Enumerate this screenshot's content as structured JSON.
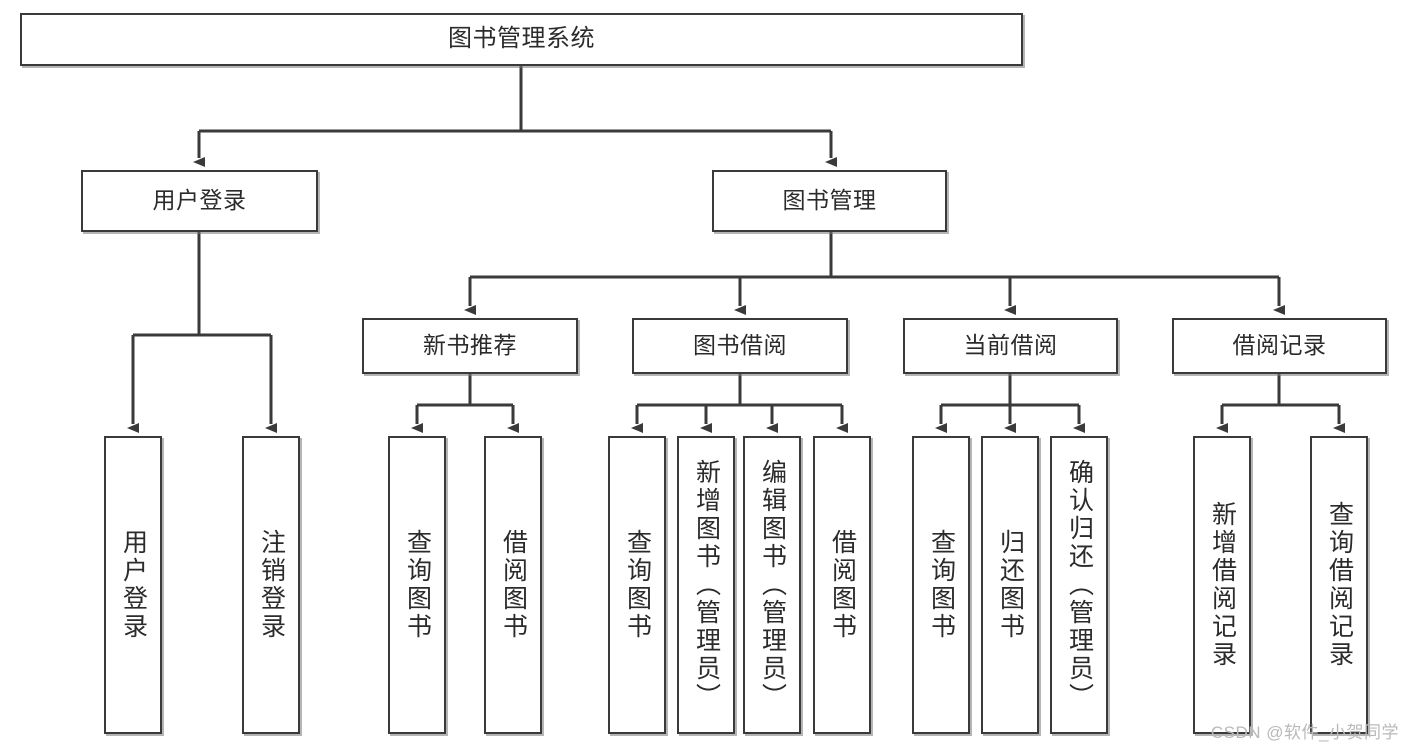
{
  "diagram": {
    "title": "图书管理系统",
    "type": "tree-structure-diagram",
    "colors": {
      "box_border": "#3a3a3a",
      "box_fill": "#ffffff",
      "edge": "#3a3a3a",
      "text": "#2b2b2b",
      "watermark": "#b9b9b9"
    },
    "root": {
      "label": "图书管理系统"
    },
    "level2": [
      {
        "label": "用户登录"
      },
      {
        "label": "图书管理"
      }
    ],
    "level3": [
      {
        "label": "新书推荐"
      },
      {
        "label": "图书借阅"
      },
      {
        "label": "当前借阅"
      },
      {
        "label": "借阅记录"
      }
    ],
    "leaves": {
      "user_login": [
        {
          "label": "用户登录"
        },
        {
          "label": "注销登录"
        }
      ],
      "new_book": [
        {
          "label": "查询图书"
        },
        {
          "label": "借阅图书"
        }
      ],
      "book_borrow": [
        {
          "label": "查询图书"
        },
        {
          "label": "新增图书（管理员）"
        },
        {
          "label": "编辑图书（管理员）"
        },
        {
          "label": "借阅图书"
        }
      ],
      "current_borrow": [
        {
          "label": "查询图书"
        },
        {
          "label": "归还图书"
        },
        {
          "label": "确认归还（管理员）"
        }
      ],
      "borrow_record": [
        {
          "label": "新增借阅记录"
        },
        {
          "label": "查询借阅记录"
        }
      ]
    },
    "watermark": "CSDN @软件_小贺同学"
  }
}
